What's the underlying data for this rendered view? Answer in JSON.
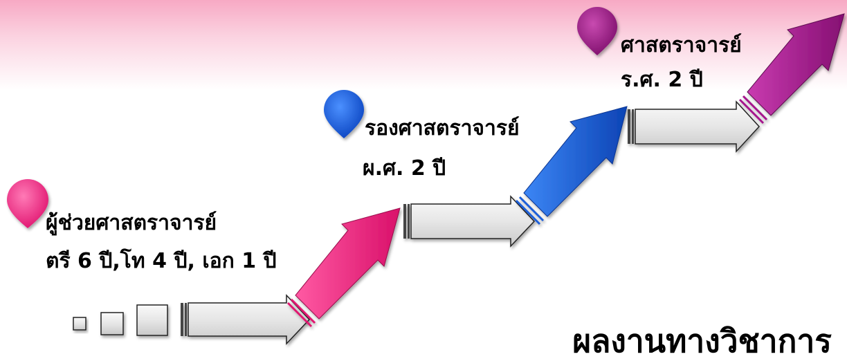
{
  "stages": [
    {
      "title": "ผู้ช่วยศาสตราจารย์",
      "subtitle": "ตรี 6 ปี,โท 4 ปี, เอก 1 ปี",
      "color": "#f0287f"
    },
    {
      "title": "รองศาสตราจารย์",
      "subtitle": "ผ.ศ. 2 ปี",
      "color": "#1c5fd8"
    },
    {
      "title": "ศาสตราจารย์",
      "subtitle": "ร.ศ. 2 ปี",
      "color": "#a5168c"
    }
  ],
  "footer": "ผลงานทางวิชาการ",
  "colors": {
    "banner": "#f7a9c4",
    "gray_arrow": "#e4e4e4",
    "pink": "#f0287f",
    "blue": "#1c5fd8",
    "purple": "#a5168c"
  }
}
